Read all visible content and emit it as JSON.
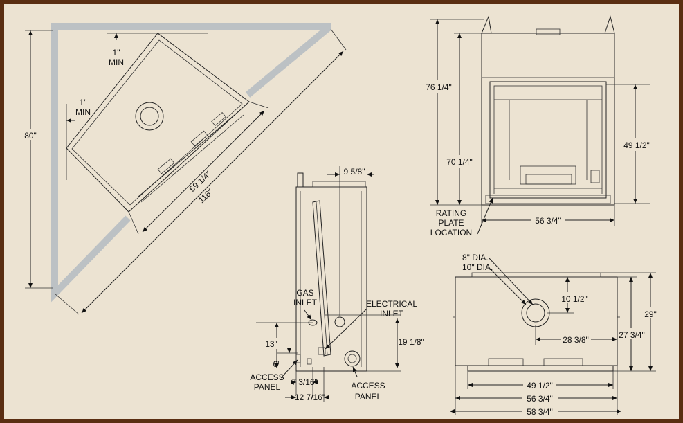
{
  "corner_view": {
    "height": "80\"",
    "clear_top": "1\"",
    "clear_top_min": "MIN",
    "clear_left": "1\"",
    "clear_left_min": "MIN",
    "diag_inner": "59 1/4\"",
    "diag_outer": "116\""
  },
  "side_view": {
    "flue_offset": "9 5/8\"",
    "gas_inlet": [
      "GAS",
      "INLET"
    ],
    "electrical_inlet": [
      "ELECTRICAL",
      "INLET"
    ],
    "h_13": "13\"",
    "h_6": "6\"",
    "h_19": "19 1/8\"",
    "access_left": [
      "ACCESS",
      "PANEL"
    ],
    "access_right": [
      "ACCESS",
      "PANEL"
    ],
    "w_7": "7 3/16\"",
    "w_12": "12 7/16\""
  },
  "front_view": {
    "h_76": "76 1/4\"",
    "h_70": "70 1/4\"",
    "h_49": "49 1/2\"",
    "w_56": "56 3/4\"",
    "rating": [
      "RATING",
      "PLATE",
      "LOCATION"
    ]
  },
  "top_view": {
    "dia8": "8\" DIA.",
    "dia10": "10\" DIA.",
    "d_10": "10 1/2\"",
    "d_28": "28 3/8\"",
    "d_27": "27 3/4\"",
    "d_29": "29\"",
    "w_49": "49 1/2\"",
    "w_56": "56 3/4\"",
    "w_58": "58 3/4\""
  }
}
